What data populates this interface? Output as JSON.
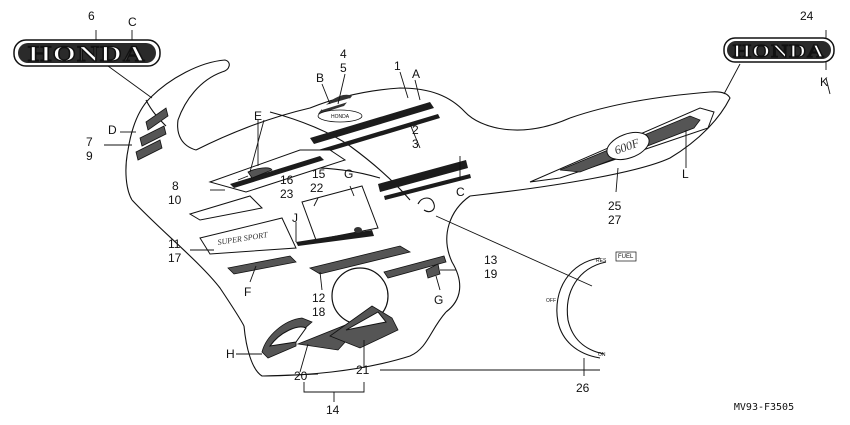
{
  "logos": {
    "left": "HONDA",
    "right": "HONDA",
    "tank_emblem": "HONDA",
    "model_badge": "600F",
    "side_panel": "SUPER SPORT"
  },
  "gauge": {
    "res": "RES",
    "fuel": "FUEL",
    "off": "OFF",
    "on": "ON"
  },
  "callouts": {
    "c1": "1",
    "c2": "2",
    "c3": "3",
    "c4": "4",
    "c5": "5",
    "c6": "6",
    "c7": "7",
    "c8": "8",
    "c9": "9",
    "c10": "10",
    "c11": "11",
    "c12": "12",
    "c13": "13",
    "c14": "14",
    "c15": "15",
    "c16": "16",
    "c17": "17",
    "c18": "18",
    "c19": "19",
    "c20": "20",
    "c21": "21",
    "c22": "22",
    "c23": "23",
    "c24": "24",
    "c25": "25",
    "c26": "26",
    "c27": "27",
    "A": "A",
    "B": "B",
    "C_top": "C",
    "C_mid": "C",
    "D": "D",
    "E": "E",
    "F": "F",
    "G_top": "G",
    "G_bottom": "G",
    "H": "H",
    "J": "J",
    "K": "K",
    "L": "L"
  },
  "catalog_code": "MV93-F3505",
  "colors": {
    "ink": "#111111",
    "paper": "#ffffff",
    "tone": "#555555"
  }
}
